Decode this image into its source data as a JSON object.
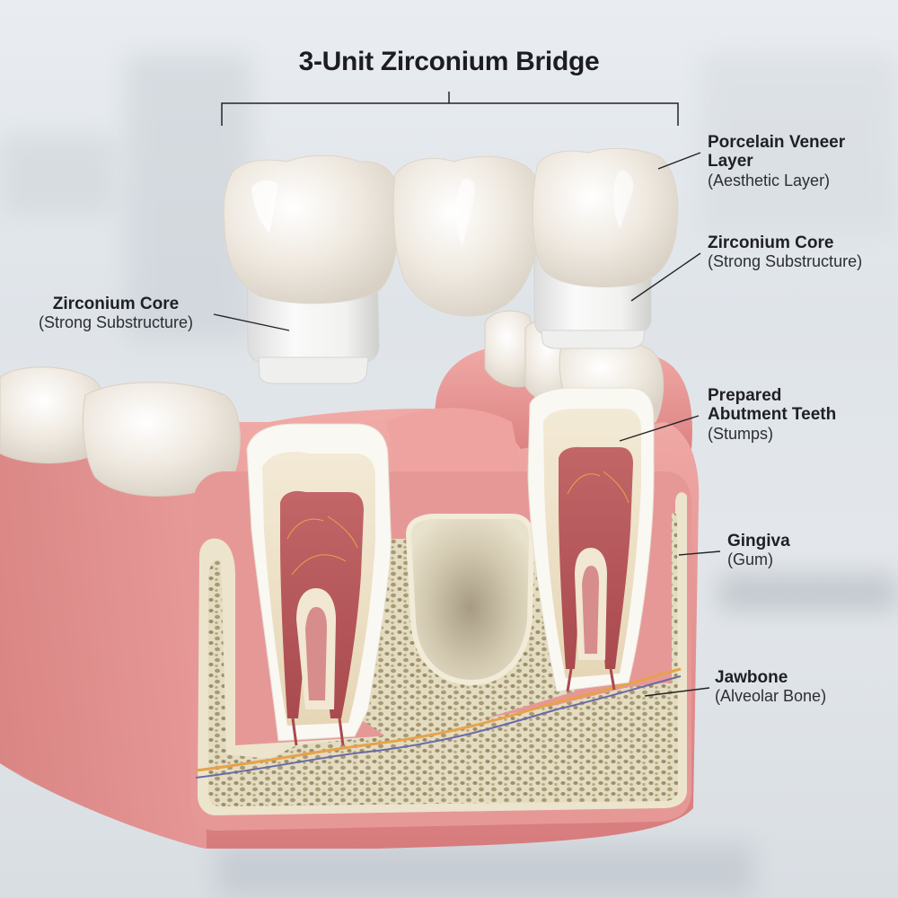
{
  "title": "3-Unit Zirconium Bridge",
  "labels": {
    "porcelain_veneer": {
      "name": "Porcelain Veneer Layer",
      "name_line1": "Porcelain Veneer",
      "name_line2": "Layer",
      "note": "(Aesthetic Layer)"
    },
    "zirconium_core_right": {
      "name": "Zirconium Core",
      "note": "(Strong Substructure)"
    },
    "zirconium_core_left": {
      "name": "Zirconium Core",
      "note": "(Strong Substructure)"
    },
    "abutment_teeth": {
      "name": "Prepared Abutment Teeth",
      "name_line1": "Prepared",
      "name_line2": "Abutment Teeth",
      "note": "(Stumps)"
    },
    "gingiva": {
      "name": "Gingiva",
      "note": "(Gum)"
    },
    "jawbone": {
      "name": "Jawbone",
      "note": "(Alveolar Bone)"
    }
  },
  "colors": {
    "text": "#1f2024",
    "leader_line": "#222428",
    "background": "#e3e7eb",
    "crown_porcelain": "#f1ece4",
    "zirconium_core": "#f4f4f2",
    "gum": "#e79a98",
    "gum_dark": "#d27a7a",
    "bone": "#e7dfc6",
    "bone_pores": "#9f9170",
    "dentin": "#eadcc0",
    "pulp": "#b8585a",
    "nerve": "#e7a24a",
    "vessel": "#6a6aa8"
  }
}
